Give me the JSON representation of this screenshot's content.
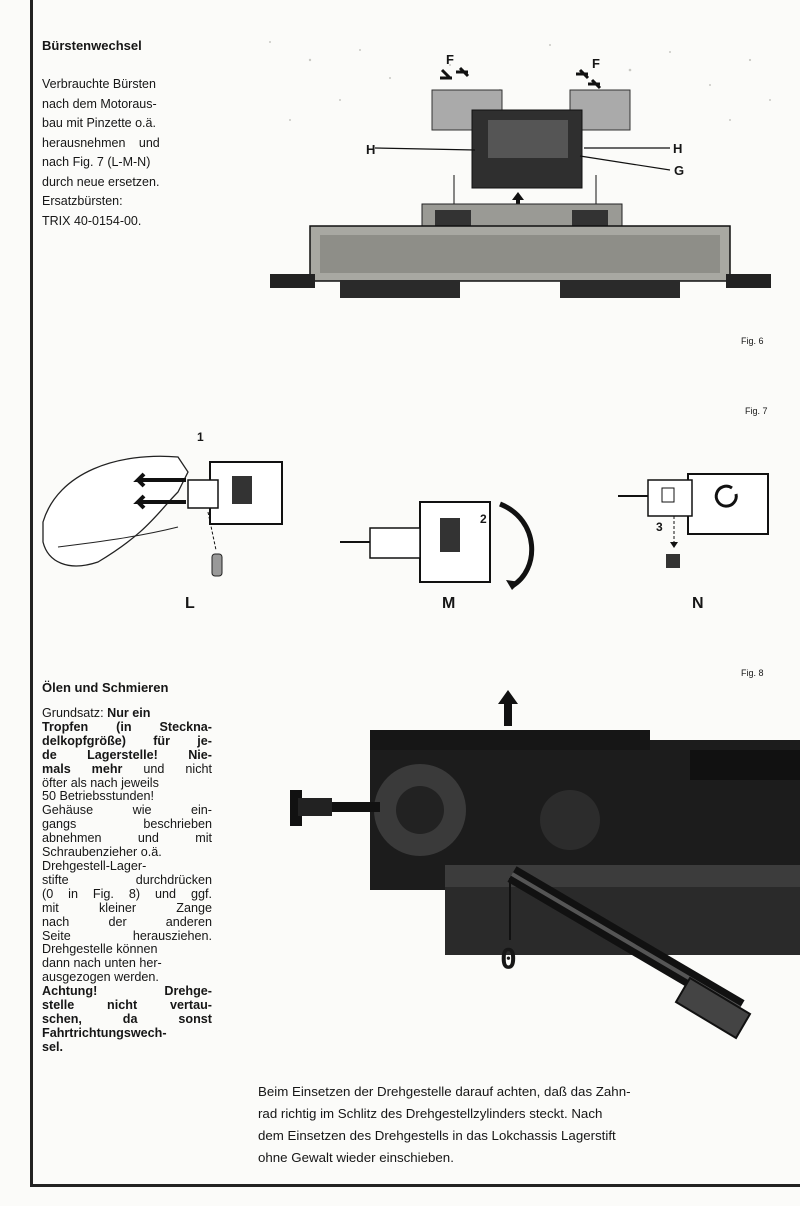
{
  "section1": {
    "title": "Bürstenwechsel",
    "lines": [
      "Verbrauchte Bürsten",
      "nach dem Motoraus-",
      "bau mit Pinzette o.ä.",
      "herausnehmen und",
      "nach Fig. 7 (L-M-N)",
      "durch neue ersetzen.",
      "Ersatzbürsten:",
      "TRIX 40-0154-00."
    ]
  },
  "fig6": {
    "label": "Fig. 6",
    "callouts": {
      "f_left": "F",
      "f_right": "F",
      "h_left": "H",
      "h_right": "H",
      "g": "G"
    }
  },
  "fig7": {
    "label": "Fig. 7",
    "panels": {
      "l": "L",
      "m": "M",
      "n": "N"
    },
    "steps": {
      "s1": "1",
      "s2": "2",
      "s3": "3"
    }
  },
  "section2": {
    "title": "Ölen und Schmieren",
    "lines": [
      {
        "segs": [
          {
            "t": "Grundsatz: ",
            "b": false
          },
          {
            "t": "Nur ein",
            "b": true
          }
        ],
        "j": false
      },
      {
        "segs": [
          {
            "t": "Tropfen (in Steckna-",
            "b": true
          }
        ],
        "j": true
      },
      {
        "segs": [
          {
            "t": "delkopfgröße) für je-",
            "b": true
          }
        ],
        "j": true
      },
      {
        "segs": [
          {
            "t": "de Lagerstelle! Nie-",
            "b": true
          }
        ],
        "j": true
      },
      {
        "segs": [
          {
            "t": "mals mehr",
            "b": true
          },
          {
            "t": " und nicht",
            "b": false
          }
        ],
        "j": true
      },
      {
        "segs": [
          {
            "t": "öfter als nach jeweils",
            "b": false
          }
        ],
        "j": false
      },
      {
        "segs": [
          {
            "t": "50 Betriebsstunden!",
            "b": false
          }
        ],
        "j": false
      },
      {
        "segs": [
          {
            "t": "Gehäuse wie ein-",
            "b": false
          }
        ],
        "j": true
      },
      {
        "segs": [
          {
            "t": "gangs beschrieben",
            "b": false
          }
        ],
        "j": true
      },
      {
        "segs": [
          {
            "t": "abnehmen und mit",
            "b": false
          }
        ],
        "j": true
      },
      {
        "segs": [
          {
            "t": "Schraubenzieher o.ä.",
            "b": false
          }
        ],
        "j": false
      },
      {
        "segs": [
          {
            "t": "Drehgestell-Lager-",
            "b": false
          }
        ],
        "j": false
      },
      {
        "segs": [
          {
            "t": "stifte durchdrücken",
            "b": false
          }
        ],
        "j": true
      },
      {
        "segs": [
          {
            "t": "(0 in Fig. 8) und ggf.",
            "b": false
          }
        ],
        "j": true
      },
      {
        "segs": [
          {
            "t": "mit kleiner Zange",
            "b": false
          }
        ],
        "j": true
      },
      {
        "segs": [
          {
            "t": "nach der anderen",
            "b": false
          }
        ],
        "j": true
      },
      {
        "segs": [
          {
            "t": "Seite herausziehen.",
            "b": false
          }
        ],
        "j": true
      },
      {
        "segs": [
          {
            "t": "Drehgestelle können",
            "b": false
          }
        ],
        "j": false
      },
      {
        "segs": [
          {
            "t": "dann nach unten her-",
            "b": false
          }
        ],
        "j": false
      },
      {
        "segs": [
          {
            "t": "ausgezogen werden.",
            "b": false
          }
        ],
        "j": false
      },
      {
        "segs": [
          {
            "t": "Achtung! Drehge-",
            "b": true
          }
        ],
        "j": true
      },
      {
        "segs": [
          {
            "t": "stelle nicht vertau-",
            "b": true
          }
        ],
        "j": true
      },
      {
        "segs": [
          {
            "t": "schen, da sonst",
            "b": true
          }
        ],
        "j": true
      },
      {
        "segs": [
          {
            "t": "Fahrtrichtungswech-",
            "b": true
          }
        ],
        "j": false
      },
      {
        "segs": [
          {
            "t": "sel.",
            "b": true
          }
        ],
        "j": false
      }
    ]
  },
  "fig8": {
    "label": "Fig. 8",
    "marker": "0",
    "caption": [
      "Beim Einsetzen der Drehgestelle darauf achten, daß das Zahn-",
      "rad richtig im Schlitz des Drehgestellzylinders steckt. Nach",
      "dem Einsetzen des Drehgestells in das Lokchassis Lagerstift",
      "ohne Gewalt wieder einschieben."
    ]
  }
}
